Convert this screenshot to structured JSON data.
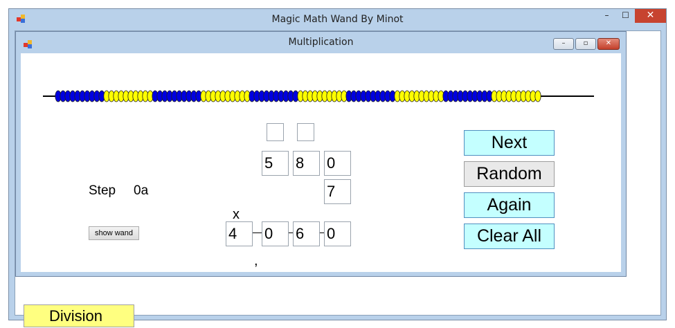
{
  "outer_window": {
    "title": "Magic Math Wand By Minot",
    "controls": {
      "minimize": "–",
      "maximize": "☐",
      "close": "✕"
    }
  },
  "division_button": "Division",
  "inner_window": {
    "title": "Multiplication",
    "controls": {
      "minimize": "–",
      "restore": "▫",
      "close": "✕"
    }
  },
  "wand": {
    "groups": [
      "blue",
      "yellow",
      "blue",
      "yellow",
      "blue",
      "yellow",
      "blue",
      "yellow",
      "blue",
      "yellow"
    ],
    "colors": {
      "blue": "#0000e0",
      "yellow": "#ffff00",
      "outline": "#222222"
    }
  },
  "step": {
    "label": "Step",
    "value": "0a"
  },
  "show_wand_button": "show wand",
  "problem": {
    "multiplicand": [
      "5",
      "8",
      "0"
    ],
    "operator": "x",
    "multiplier": "7",
    "result": [
      "4",
      "0",
      "6",
      "0"
    ],
    "separator": ","
  },
  "buttons": {
    "next": "Next",
    "random": "Random",
    "again": "Again",
    "clear_all": "Clear All"
  },
  "colors": {
    "button_cyan": "#c4ffff",
    "button_gray": "#e9e9e9",
    "division_yellow": "#ffff80",
    "window_frame": "#b9d1ea"
  }
}
